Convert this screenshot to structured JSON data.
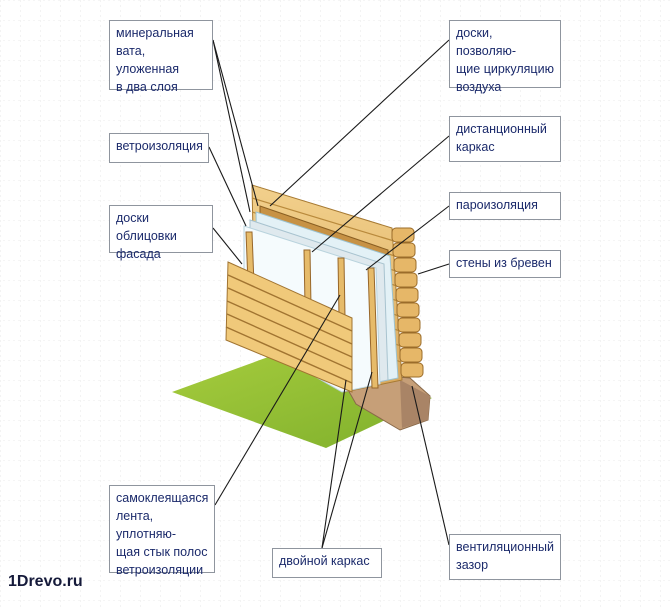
{
  "labels": {
    "mineral_wool": "минеральная\nвата, уложенная\nв два слоя",
    "ventilation_boards": "доски, позволяю-\nщие циркуляцию\nвоздуха",
    "wind_barrier": "ветроизоляция",
    "spacer_frame": "дистанционный\nкаркас",
    "facade_boards": "доски облицовки\nфасада",
    "vapor_barrier": "пароизоляция",
    "log_walls": "стены из бревен",
    "sealing_tape": "самоклеящаяся\nлента, уплотняю-\nщая стык полос\nветроизоляции",
    "double_frame": "двойной каркас",
    "vent_gap": "вентиляционный\nзазор"
  },
  "watermark": "1Drevo.ru",
  "colors": {
    "label_text": "#1b2a6b",
    "label_border": "#8f959e",
    "leader_line": "#1a1a1a",
    "wood": "#e8c27a",
    "wood_dark": "#a77a33",
    "ground": "#8fbf2f",
    "foundation": "#c9a07c"
  }
}
